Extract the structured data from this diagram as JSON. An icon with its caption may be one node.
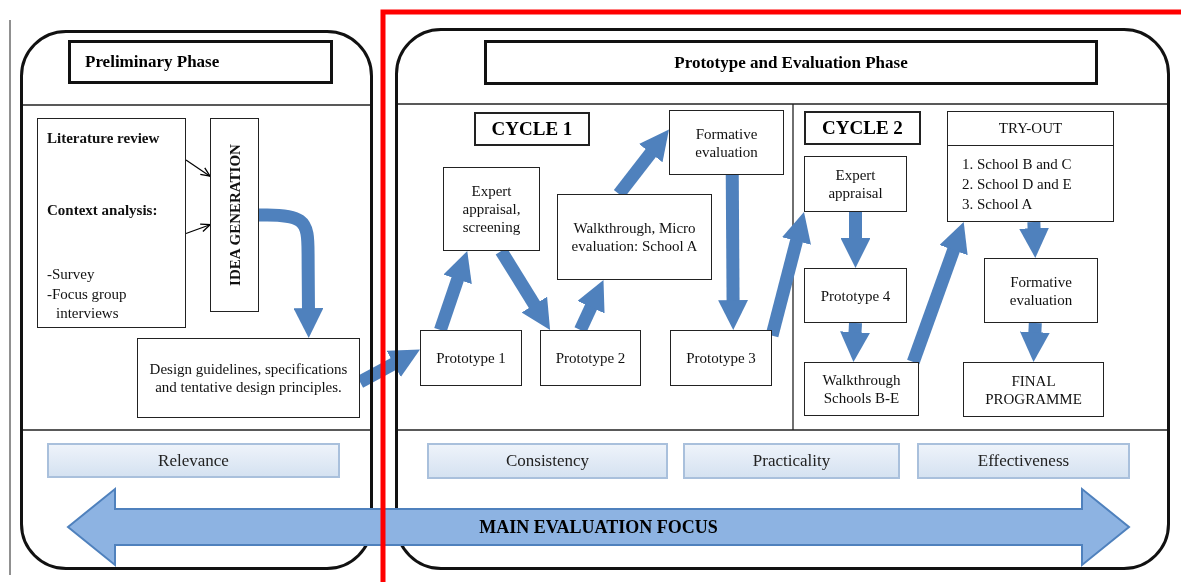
{
  "diagram": {
    "nodes": [
      {
        "text": [],
        "shape": "box"
      },
      {
        "text": [
          "Preliminary Phase"
        ],
        "in": 0
      },
      {
        "text": [
          "Literature review",
          "Context analysis:",
          "-Survey",
          "-Focus group interviews"
        ],
        "in": 0
      },
      {
        "text": [
          "IDEA GENERATION"
        ],
        "in": 0
      },
      {
        "text": [
          "Design guidelines, specifications and tentative design principles."
        ],
        "in": 0
      },
      {
        "text": [
          "Relevance"
        ],
        "in": 0
      },
      {
        "text": [],
        "shape": "box"
      },
      {
        "text": [
          "Prototype and Evaluation Phase"
        ],
        "in": 6
      },
      {
        "text": [
          "CYCLE 1"
        ],
        "in": 6
      },
      {
        "text": [
          "Formative evaluation"
        ],
        "in": 6
      },
      {
        "text": [
          "Expert appraisal, screening"
        ],
        "in": 6
      },
      {
        "text": [
          "Walkthrough, Micro evaluation: School A"
        ],
        "in": 6
      },
      {
        "text": [
          "Prototype 1"
        ],
        "in": 6
      },
      {
        "text": [
          "Prototype 2"
        ],
        "in": 6
      },
      {
        "text": [
          "Prototype 3"
        ],
        "in": 6
      },
      {
        "text": [
          "CYCLE 2"
        ],
        "in": 6
      },
      {
        "text": [
          "TRY-OUT",
          "1. School B and C",
          "2. School D and E",
          "3. School A"
        ],
        "in": 6
      },
      {
        "text": [
          "Expert appraisal"
        ],
        "in": 6
      },
      {
        "text": [
          "Formative evaluation"
        ],
        "in": 6
      },
      {
        "text": [
          "Prototype 4"
        ],
        "in": 6
      },
      {
        "text": [
          "Walkthrough Schools B-E"
        ],
        "in": 6
      },
      {
        "text": [
          "FINAL PROGRAMME"
        ],
        "in": 6
      },
      {
        "text": [
          "Consistency"
        ],
        "in": 6
      },
      {
        "text": [
          "Practicality"
        ],
        "in": 6
      },
      {
        "text": [
          "Effectiveness"
        ],
        "in": 6
      },
      {
        "text": [
          "MAIN EVALUATION FOCUS"
        ]
      }
    ],
    "edges": [
      {
        "from": 2,
        "to": 3,
        "arrow": "to",
        "color": "#000000"
      },
      {
        "from": 2,
        "to": 3,
        "arrow": "to",
        "color": "#000000"
      },
      {
        "from": 3,
        "to": 4,
        "arrow": "to"
      },
      {
        "from": 4,
        "to": 12,
        "arrow": "to"
      },
      {
        "from": 12,
        "to": 10,
        "arrow": "to"
      },
      {
        "from": 10,
        "to": 13,
        "arrow": "to"
      },
      {
        "from": 13,
        "to": 11,
        "arrow": "to"
      },
      {
        "from": 11,
        "to": 9,
        "arrow": "to"
      },
      {
        "from": 9,
        "to": 14,
        "arrow": "to"
      },
      {
        "from": 14,
        "to": 17,
        "arrow": "to"
      },
      {
        "from": 17,
        "to": 19,
        "arrow": "to"
      },
      {
        "from": 19,
        "to": 20,
        "arrow": "to"
      },
      {
        "from": 20,
        "to": 16,
        "arrow": "to"
      },
      {
        "from": 16,
        "to": 18,
        "arrow": "to"
      },
      {
        "from": 18,
        "to": 21,
        "arrow": "to"
      }
    ]
  }
}
